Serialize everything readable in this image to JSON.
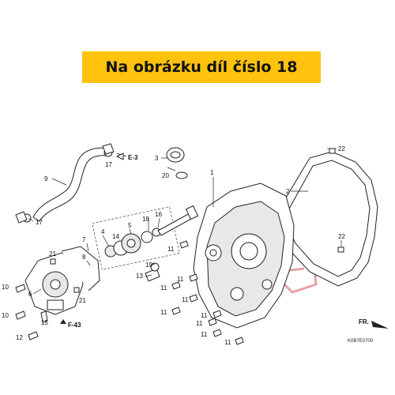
{
  "banner": {
    "text": "Na obrázku díl číslo 18",
    "color": "#ffc20e"
  },
  "callouts": {
    "c1": "1",
    "c2": "2",
    "c3": "3",
    "c4": "4",
    "c5": "5",
    "c6": "6",
    "c7": "7",
    "c8": "8",
    "c9": "9",
    "c10a": "10",
    "c10b": "10",
    "c11a": "11",
    "c11b": "11",
    "c11c": "11",
    "c11d": "11",
    "c11e": "11",
    "c11f": "11",
    "c11g": "11",
    "c11h": "11",
    "c11i": "11",
    "c12": "12",
    "c13": "13",
    "c14": "14",
    "c15": "15",
    "c16": "16",
    "c17a": "17",
    "c17b": "17",
    "c18": "18",
    "c19": "19",
    "c20": "20",
    "c21a": "21",
    "c21b": "21",
    "c22a": "22",
    "c22b": "22"
  },
  "references": {
    "e3": "E-3",
    "f43": "F-43",
    "fr": "FR."
  },
  "diagram_code": "K0B7E0700",
  "watermark_color": "#e7a3a3"
}
